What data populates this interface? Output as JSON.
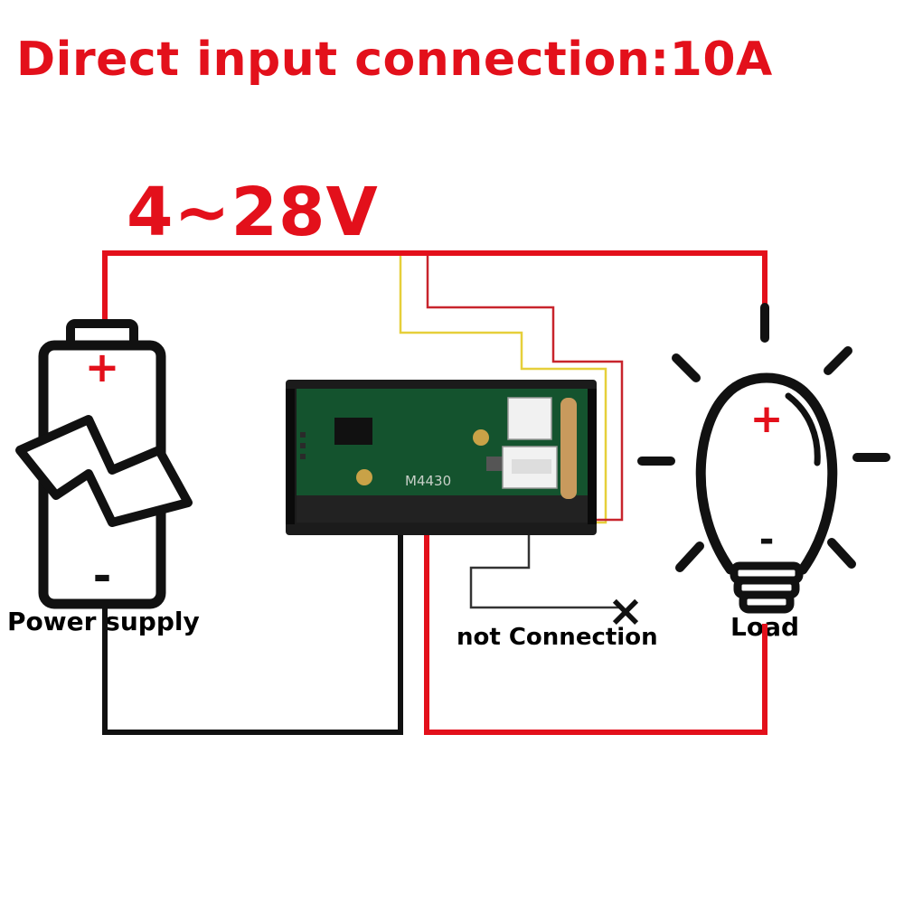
{
  "title": "Direct input connection:10A",
  "voltage_range": "4~28V",
  "power_supply": {
    "label": "Power supply",
    "positive_sign": "+",
    "negative_sign": "-",
    "icon": "battery-lightning-icon"
  },
  "load": {
    "label": "Load",
    "positive_sign": "+",
    "negative_sign": "-",
    "icon": "light-bulb-icon"
  },
  "meter": {
    "model_text": "M4430",
    "icon": "voltmeter-ammeter-module"
  },
  "unused_lead": {
    "label": "not Connection",
    "marker": "×"
  },
  "colors": {
    "positive_wire": "#e3101b",
    "negative_wire": "#111111",
    "signal_yellow": "#e6cf3a",
    "signal_red": "#c8242c",
    "pcb_green": "#14532e",
    "text_red": "#e3101b"
  }
}
